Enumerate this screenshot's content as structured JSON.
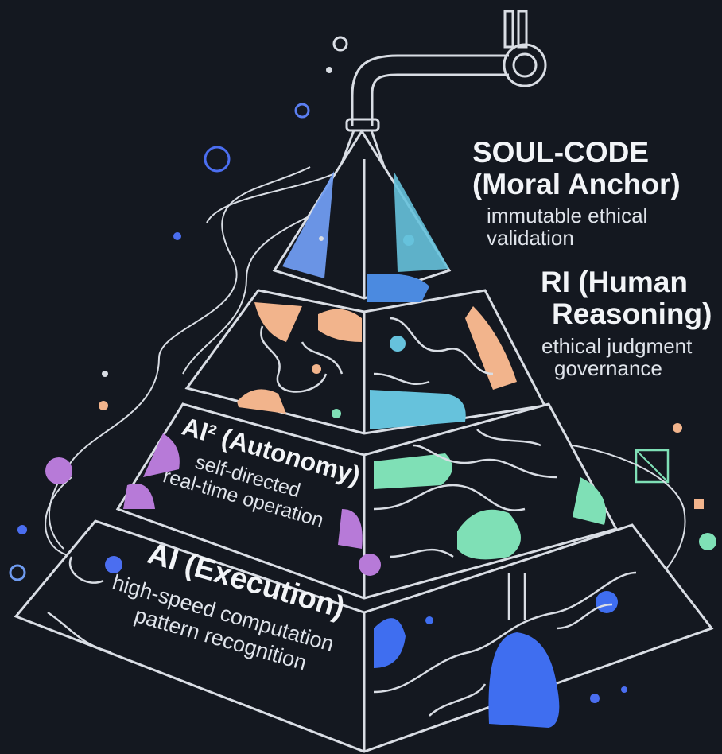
{
  "tiers": [
    {
      "id": "soul",
      "title_lines": [
        "SOUL-CODE",
        "(Moral Anchor)"
      ],
      "desc_lines": [
        "immutable ethical",
        "validation"
      ]
    },
    {
      "id": "ri",
      "title_lines": [
        "RI (Human",
        "Reasoning)"
      ],
      "desc_lines": [
        "ethical judgment",
        "governance"
      ]
    },
    {
      "id": "ai2",
      "title_lines": [
        "AI² (Autonomy)"
      ],
      "desc_lines": [
        "self-directed",
        "real-time operation"
      ]
    },
    {
      "id": "ai",
      "title_lines": [
        "AI (Execution)"
      ],
      "desc_lines": [
        "high-speed computation",
        "pattern recognition"
      ]
    }
  ],
  "colors": {
    "background": "#141820",
    "outline": "#d9dde4",
    "soul_accent": "#6f9bf0",
    "ri_accent": "#f2b48c",
    "ri_accent_2": "#66c2dc",
    "ai2_accent": "#b77ad8",
    "ai2_accent_2": "#7fe0b6",
    "ai_accent": "#3f6ef0"
  }
}
